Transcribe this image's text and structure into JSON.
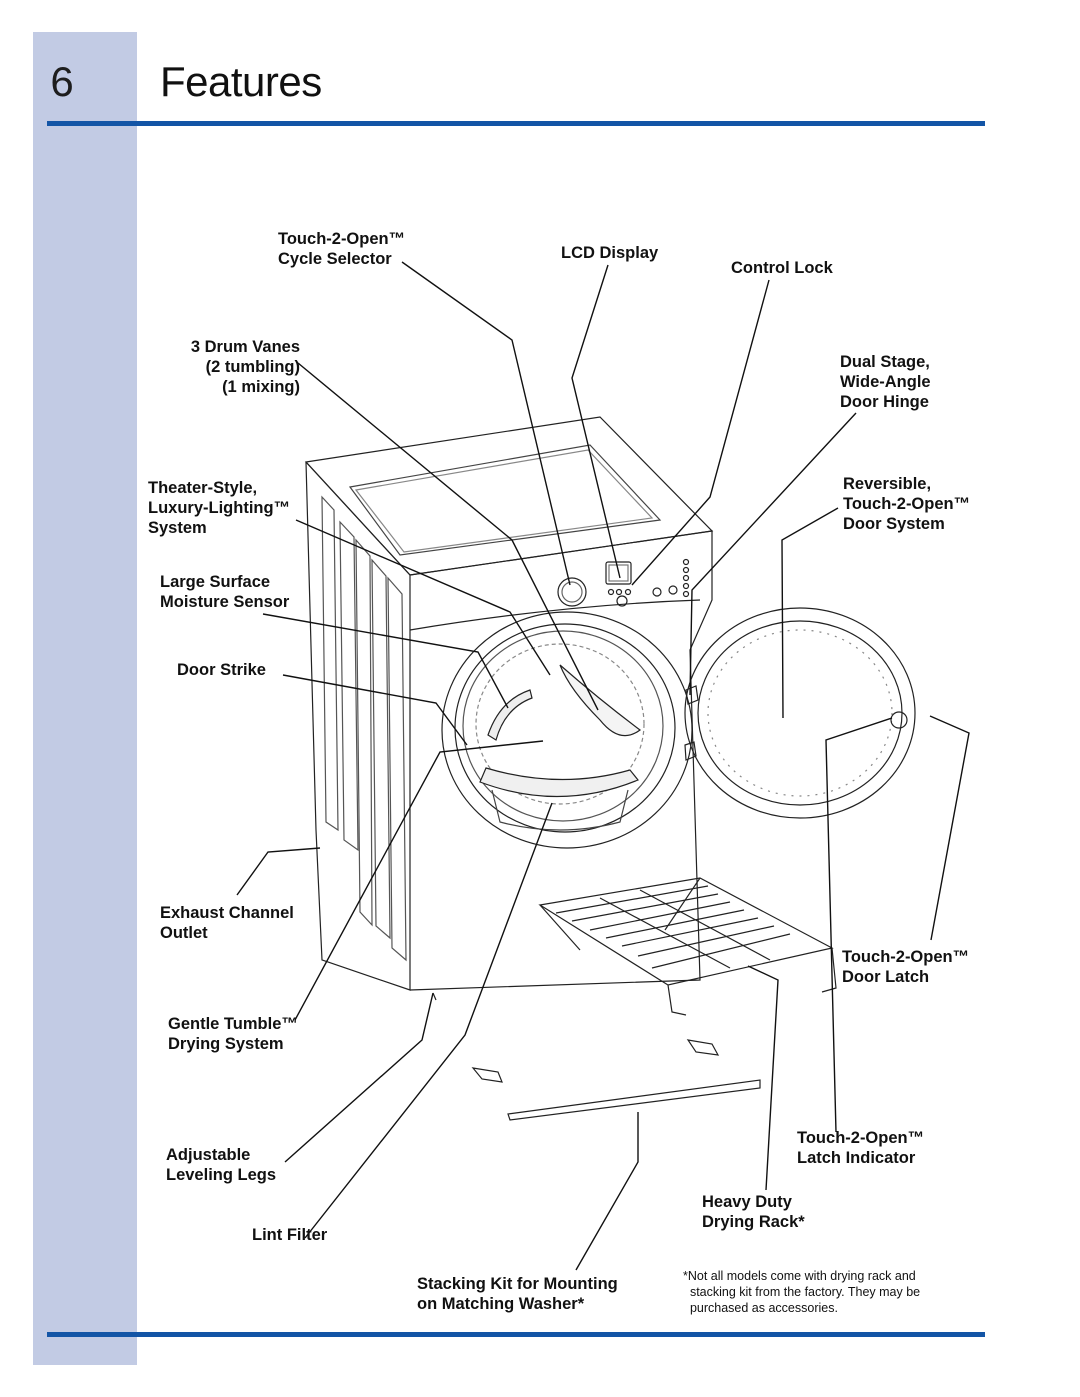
{
  "header": {
    "chapter_number": "6",
    "title": "Features"
  },
  "labels": {
    "cycle_selector": "Touch-2-Open™\nCycle Selector",
    "lcd_display": "LCD Display",
    "control_lock": "Control Lock",
    "drum_vanes": "3 Drum Vanes\n(2 tumbling)\n(1 mixing)",
    "door_hinge": "Dual Stage,\nWide-Angle\nDoor Hinge",
    "lighting": "Theater-Style,\nLuxury-Lighting™\nSystem",
    "door_system": "Reversible,\nTouch-2-Open™\nDoor System",
    "moisture_sensor": "Large Surface\nMoisture Sensor",
    "door_strike": "Door Strike",
    "exhaust": "Exhaust Channel\nOutlet",
    "door_latch": "Touch-2-Open™\nDoor Latch",
    "gentle_tumble": "Gentle Tumble™\nDrying System",
    "latch_indicator": "Touch-2-Open™\nLatch Indicator",
    "leveling_legs": "Adjustable\nLeveling Legs",
    "drying_rack": "Heavy Duty\nDrying Rack*",
    "lint_filter": "Lint Filter",
    "stacking_kit": "Stacking Kit for Mounting\non Matching Washer*"
  },
  "footnote": "*Not all models come with drying rack and\n  stacking kit from the factory. They may be\n  purchased as accessories.",
  "colors": {
    "sidebar": "#c2cbe4",
    "rule": "#1355a6"
  }
}
